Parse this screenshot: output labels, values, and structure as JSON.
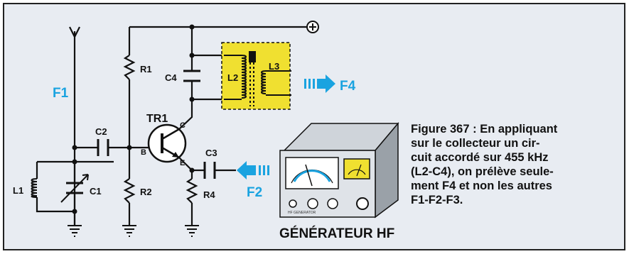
{
  "labels": {
    "r1": "R1",
    "r2": "R2",
    "r4": "R4",
    "c1": "C1",
    "c2": "C2",
    "c3": "C3",
    "c4": "C4",
    "l1": "L1",
    "l2": "L2",
    "l3": "L3",
    "tr1": "TR1",
    "b": "B",
    "c": "C",
    "e": "E"
  },
  "signals": {
    "f1": "F1",
    "f2": "F2",
    "f4": "F4"
  },
  "generator": {
    "title": "GÉNÉRATEUR HF",
    "panel_text": "HF GENERATOR"
  },
  "caption": {
    "lines": [
      "Figure 367 : En appliquant",
      "sur le collecteur un cir-",
      "cuit accordé sur 455 kHz",
      "(L2-C4), on prélève seule-",
      "ment F4 et non les autres",
      "F1-F2-F3."
    ]
  },
  "colors": {
    "signal": "#1aa3e0",
    "tank_box": "#f0e030",
    "background": "#e8ecf2"
  }
}
